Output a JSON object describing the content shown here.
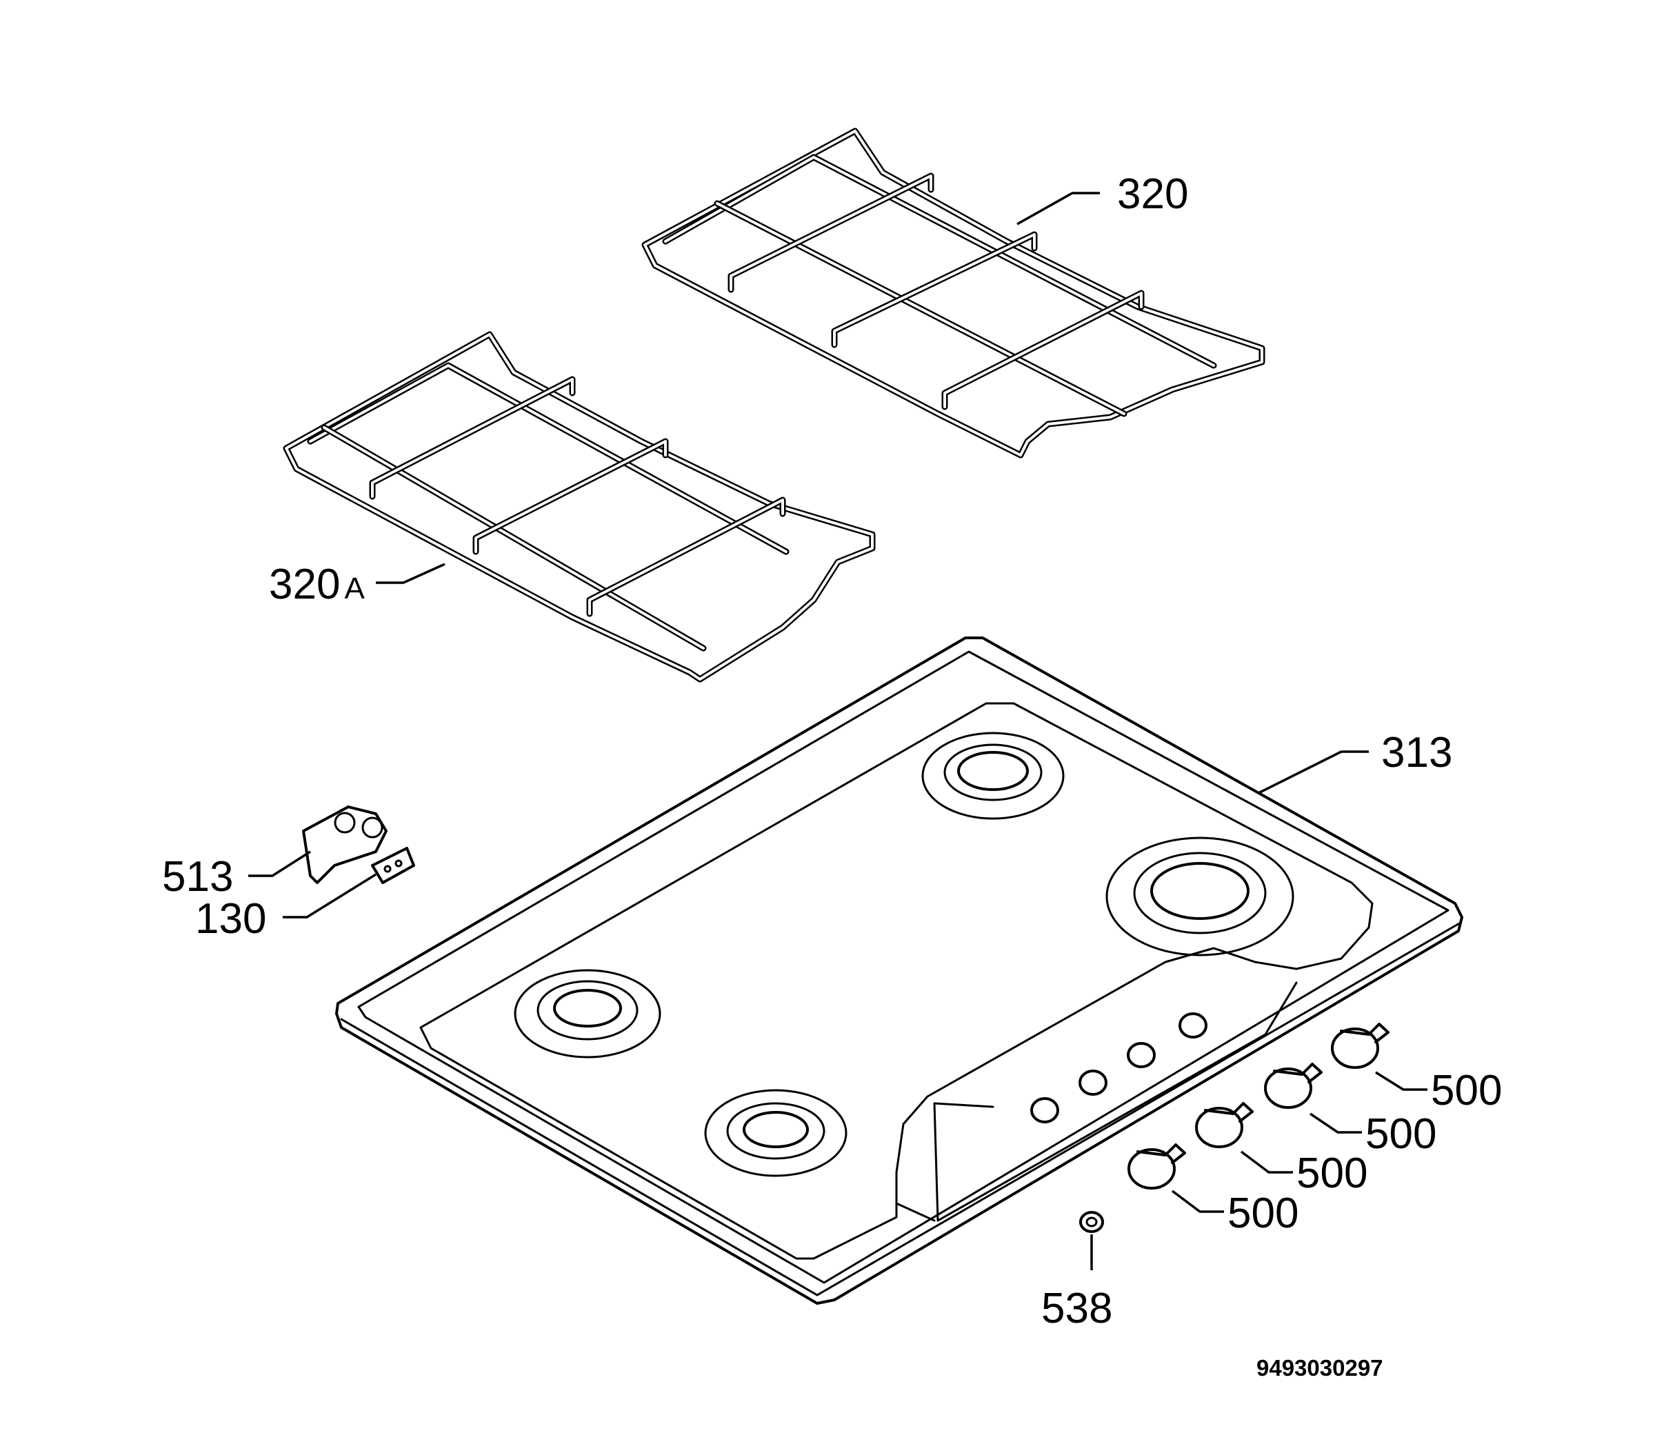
{
  "diagram": {
    "labels": {
      "grid_right": "320",
      "grid_left_number": "320",
      "grid_left_suffix": "A",
      "hob": "313",
      "bracket": "513",
      "clip": "130",
      "knob_1": "500",
      "knob_2": "500",
      "knob_3": "500",
      "knob_4": "500",
      "bushing": "538"
    },
    "document_id": "9493030297"
  }
}
